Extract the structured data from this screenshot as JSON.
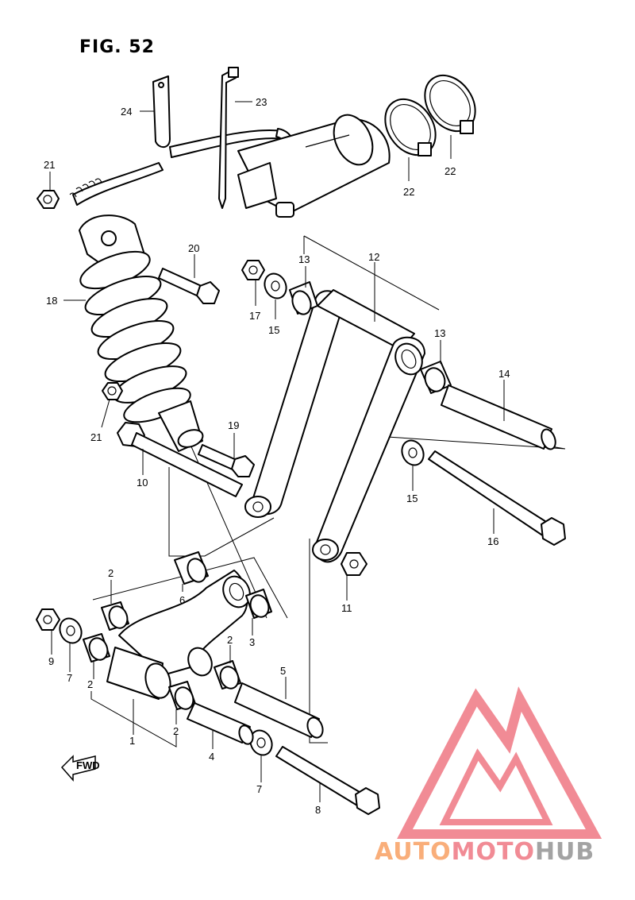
{
  "figure_title": "FIG. 52",
  "fwd_label": "FWD",
  "watermark": {
    "part1": "AUTO",
    "part2": "MOTO",
    "part3": "HUB",
    "color_light": "#f9a66c",
    "color_mid": "#f07f8a",
    "color_dark": "#9a9a9a"
  },
  "callouts": {
    "c1": "1",
    "c2a": "2",
    "c2b": "2",
    "c2c": "2",
    "c2d": "2",
    "c3": "3",
    "c4": "4",
    "c5": "5",
    "c6": "6",
    "c7a": "7",
    "c7b": "7",
    "c8": "8",
    "c9": "9",
    "c10": "10",
    "c11": "11",
    "c12": "12",
    "c13a": "13",
    "c13b": "13",
    "c14": "14",
    "c15a": "15",
    "c15b": "15",
    "c16": "16",
    "c17": "17",
    "c18": "18",
    "c19": "19",
    "c20": "20",
    "c21a": "21",
    "c21b": "21",
    "c22a": "22",
    "c22b": "22",
    "c23": "23",
    "c24": "24"
  }
}
